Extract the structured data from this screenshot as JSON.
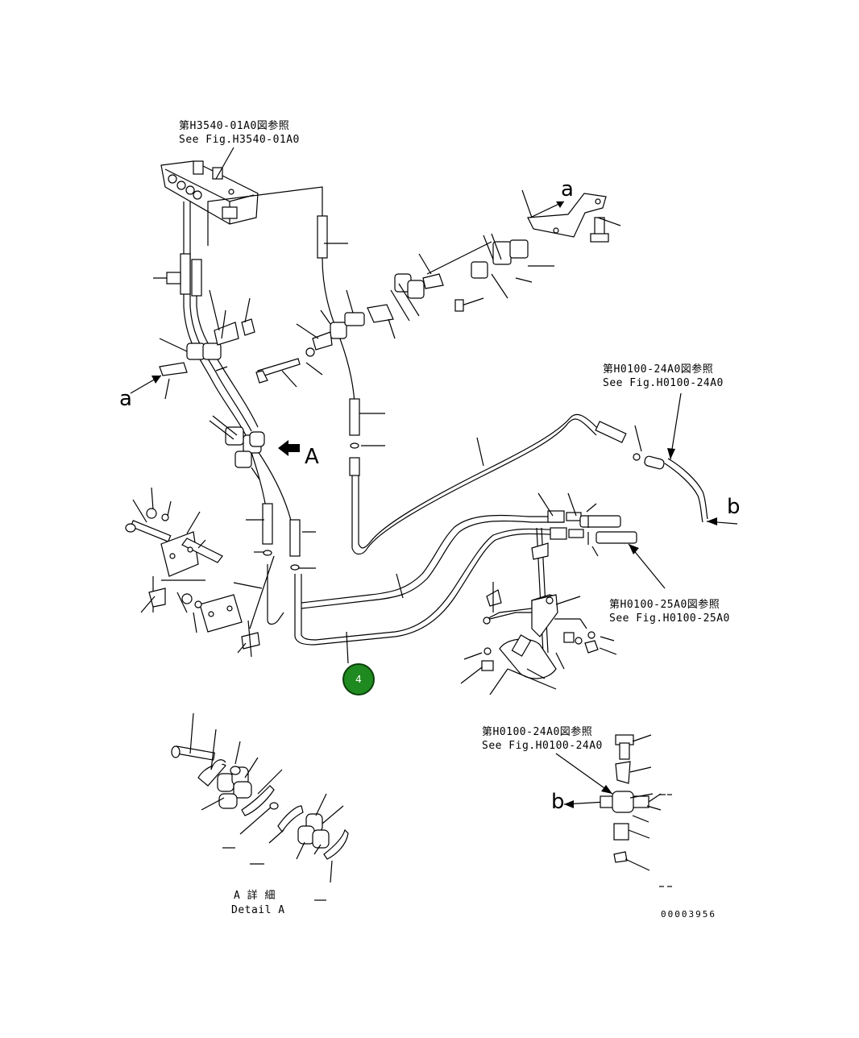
{
  "refs": {
    "ref1": {
      "jp": "第H3540-01A0図参照",
      "en": "See Fig.H3540-01A0"
    },
    "ref2": {
      "jp": "第H0100-24A0図参照",
      "en": "See Fig.H0100-24A0"
    },
    "ref3": {
      "jp": "第H0100-25A0図参照",
      "en": "See Fig.H0100-25A0"
    },
    "ref4": {
      "jp": "第H0100-24A0図参照",
      "en": "See Fig.H0100-24A0"
    }
  },
  "letters": {
    "a_top": "a",
    "a_left": "a",
    "A_view": "A",
    "b_right": "b",
    "b_detail": "b"
  },
  "detail": {
    "jp": "A 詳 細",
    "en": "Detail A"
  },
  "part_marker": "4",
  "drawing_number": "00003956",
  "colors": {
    "marker_fill": "#1f8a1f",
    "line": "#000000",
    "background": "#ffffff"
  }
}
